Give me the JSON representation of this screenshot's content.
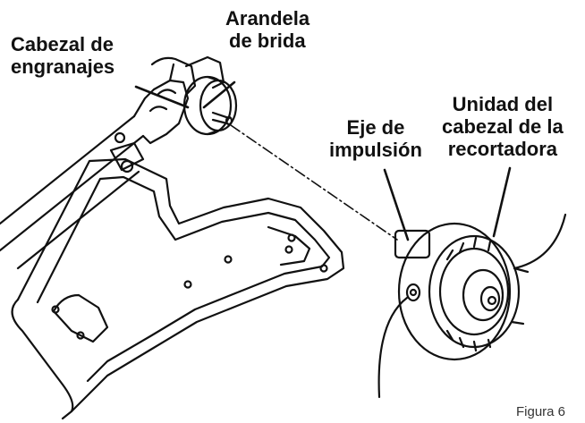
{
  "labels": {
    "gear_head": [
      "Cabezal de",
      "engranajes"
    ],
    "flange_washer": [
      "Arandela",
      "de brida"
    ],
    "drive_shaft": [
      "Eje de",
      "impulsión"
    ],
    "trimmer_head_unit": [
      "Unidad del",
      "cabezal de la",
      "recortadora"
    ]
  },
  "figure_caption": "Figura 6",
  "colors": {
    "line": "#111111",
    "background": "#ffffff"
  }
}
